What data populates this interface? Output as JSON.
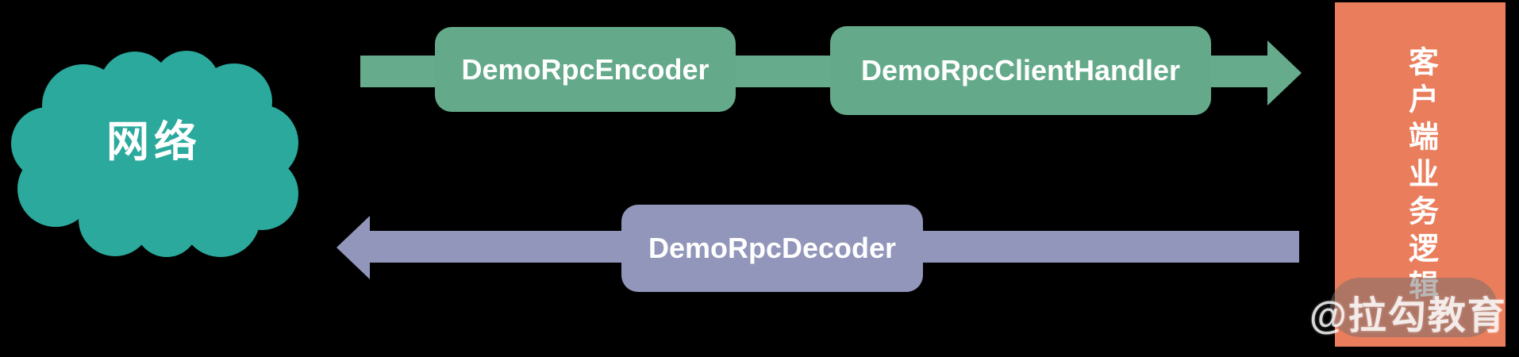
{
  "diagram": {
    "title": "RPC client pipeline diagram",
    "background_color": "#000000",
    "cloud": {
      "label": "网络",
      "color": "#2aa99c",
      "text_color": "#ffffff"
    },
    "request_flow": {
      "direction": "right",
      "color": "#66ac8c",
      "boxes": [
        {
          "label": "DemoRpcEncoder"
        },
        {
          "label": "DemoRpcClientHandler"
        }
      ]
    },
    "response_flow": {
      "direction": "left",
      "color": "#9196ba",
      "boxes": [
        {
          "label": "DemoRpcDecoder"
        }
      ]
    },
    "client_panel": {
      "label": "客户端业务逻辑",
      "color": "#ea7d5c",
      "text_color": "#ffffff",
      "text_direction": "vertical"
    },
    "watermark": {
      "text": "@拉勾教育"
    }
  }
}
